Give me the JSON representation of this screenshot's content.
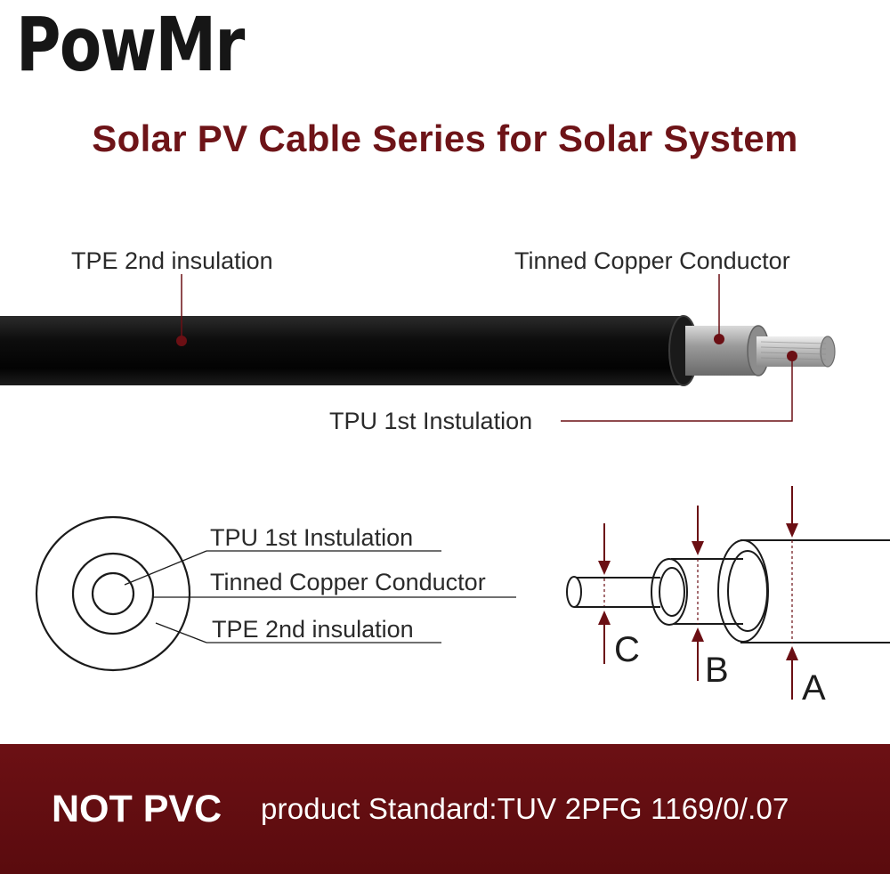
{
  "brand": {
    "logo_text": "PowMr"
  },
  "title": "Solar PV Cable Series for Solar System",
  "side_view": {
    "outer_label": "TPE 2nd insulation",
    "conductor_label": "Tinned Copper Conductor",
    "inner_label": "TPU 1st Instulation"
  },
  "cross_section": {
    "inner_label": "TPU 1st Instulation",
    "conductor_label": "Tinned Copper Conductor",
    "outer_label": "TPE 2nd insulation"
  },
  "dimensions": {
    "a": "A",
    "b": "B",
    "c": "C"
  },
  "footer": {
    "tag": "NOT PVC",
    "standard": "product Standard:TUV 2PFG 1169/0/.07"
  },
  "colors": {
    "accent": "#6e1418",
    "footer_bg": "#5f0c10",
    "leader": "#6b0f14"
  }
}
